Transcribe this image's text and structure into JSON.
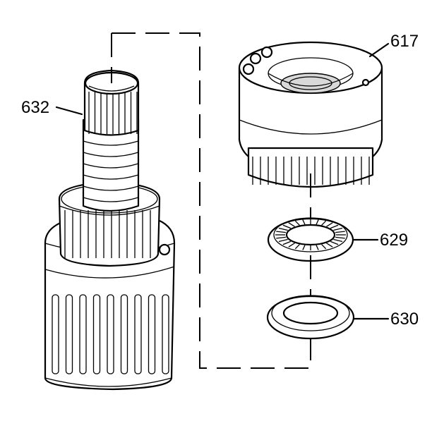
{
  "callouts": {
    "shaft": "632",
    "drum": "617",
    "bearing": "629",
    "washer": "630"
  }
}
